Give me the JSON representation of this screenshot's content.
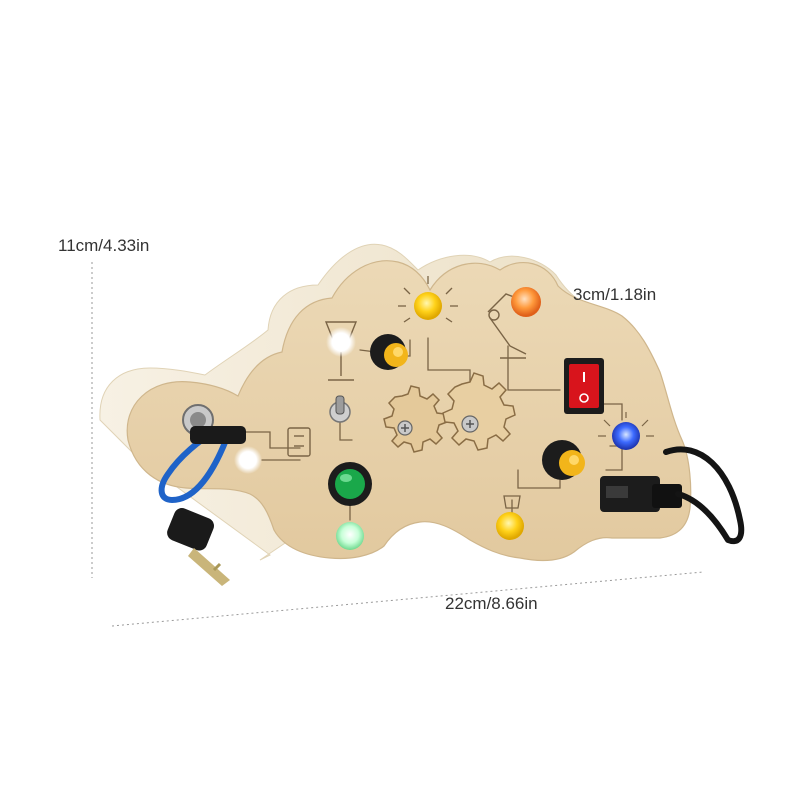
{
  "dimensions": {
    "height": "11cm/4.33in",
    "depth": "3cm/1.18in",
    "width": "22cm/8.66in"
  },
  "product": {
    "type": "wooden dinosaur busy board",
    "colors": {
      "wood": "#e8d3ae",
      "wood_edge": "#d9c39c",
      "rim": "#f2ead9",
      "engraving": "#7a6446",
      "led_white": "#ffffff",
      "led_yellow": "#ffd21a",
      "led_orange": "#ff9a3c",
      "led_green": "#c9ffd9",
      "led_blue": "#3d6bff",
      "rocker_red": "#d8141c",
      "rocker_green": "#1aa84a",
      "knob_black": "#1c1c1c",
      "knob_yellow": "#f2b51a",
      "strap_blue": "#1f63c8",
      "cable_black": "#141414"
    },
    "icons": [
      "lamp-icon",
      "bulb-icon",
      "desk-lamp-icon",
      "socket-icon",
      "key-icon",
      "gear-icon",
      "usb-port-icon"
    ]
  }
}
